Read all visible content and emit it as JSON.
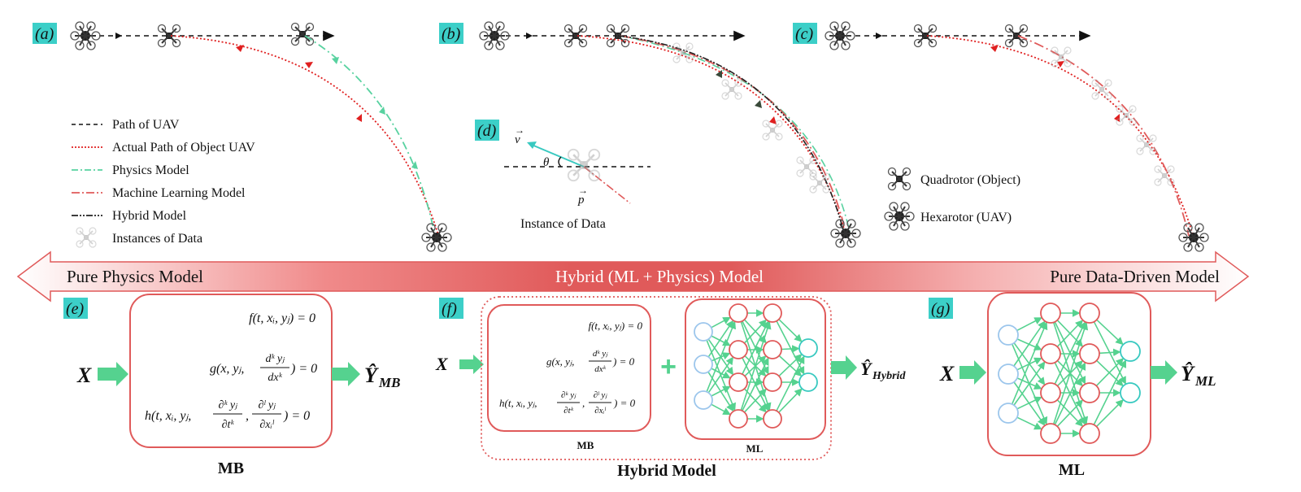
{
  "colors": {
    "accent_red": "#e05a5a",
    "green": "#55d28f",
    "tag_cyan": "#3ccfc8",
    "node_blue": "#9cc6ec",
    "node_teal": "#38c9c0"
  },
  "panels": {
    "a": "(a)",
    "b": "(b)",
    "c": "(c)",
    "d": "(d)",
    "e": "(e)",
    "f": "(f)",
    "g": "(g)"
  },
  "legend_left": {
    "path_of_uav": "Path of UAV",
    "actual_path": "Actual Path of Object UAV",
    "physics_model": "Physics Model",
    "ml_model": "Machine Learning Model",
    "hybrid_model": "Hybrid Model",
    "instances": "Instances of Data"
  },
  "legend_right": {
    "quadrotor": "Quadrotor (Object)",
    "hexarotor": "Hexarotor (UAV)"
  },
  "instance_panel": {
    "v_label": "v",
    "theta_label": "θ",
    "p_label": "p",
    "caption": "Instance of Data"
  },
  "spectrum": {
    "left": "Pure Physics Model",
    "center": "Hybrid (ML + Physics) Model",
    "right": "Pure Data-Driven Model"
  },
  "mb_box": {
    "input": "X",
    "eq1": "f(t, xᵢ, yⱼ) = 0",
    "eq2_lhs": "g(x, yⱼ,",
    "eq2_num": "dᵏ yⱼ",
    "eq2_den": "dxᵏ",
    "eq2_rhs": ") = 0",
    "eq3_lhs": "h(t, xᵢ, yⱼ,",
    "eq3_num1": "∂ᵏ yⱼ",
    "eq3_den1": "∂tᵏ",
    "eq3_num2": "∂ˡ yⱼ",
    "eq3_den2": "∂xᵢˡ",
    "eq3_rhs": ") = 0",
    "output": "Ŷ",
    "output_sub": "MB",
    "caption": "MB"
  },
  "hybrid_box": {
    "input": "X",
    "plus": "+",
    "mb_caption": "MB",
    "ml_caption": "ML",
    "output": "Ŷ",
    "output_sub": "Hybrid",
    "caption": "Hybrid Model"
  },
  "ml_box": {
    "input": "X",
    "output": "Ŷ",
    "output_sub": "ML",
    "caption": "ML"
  }
}
